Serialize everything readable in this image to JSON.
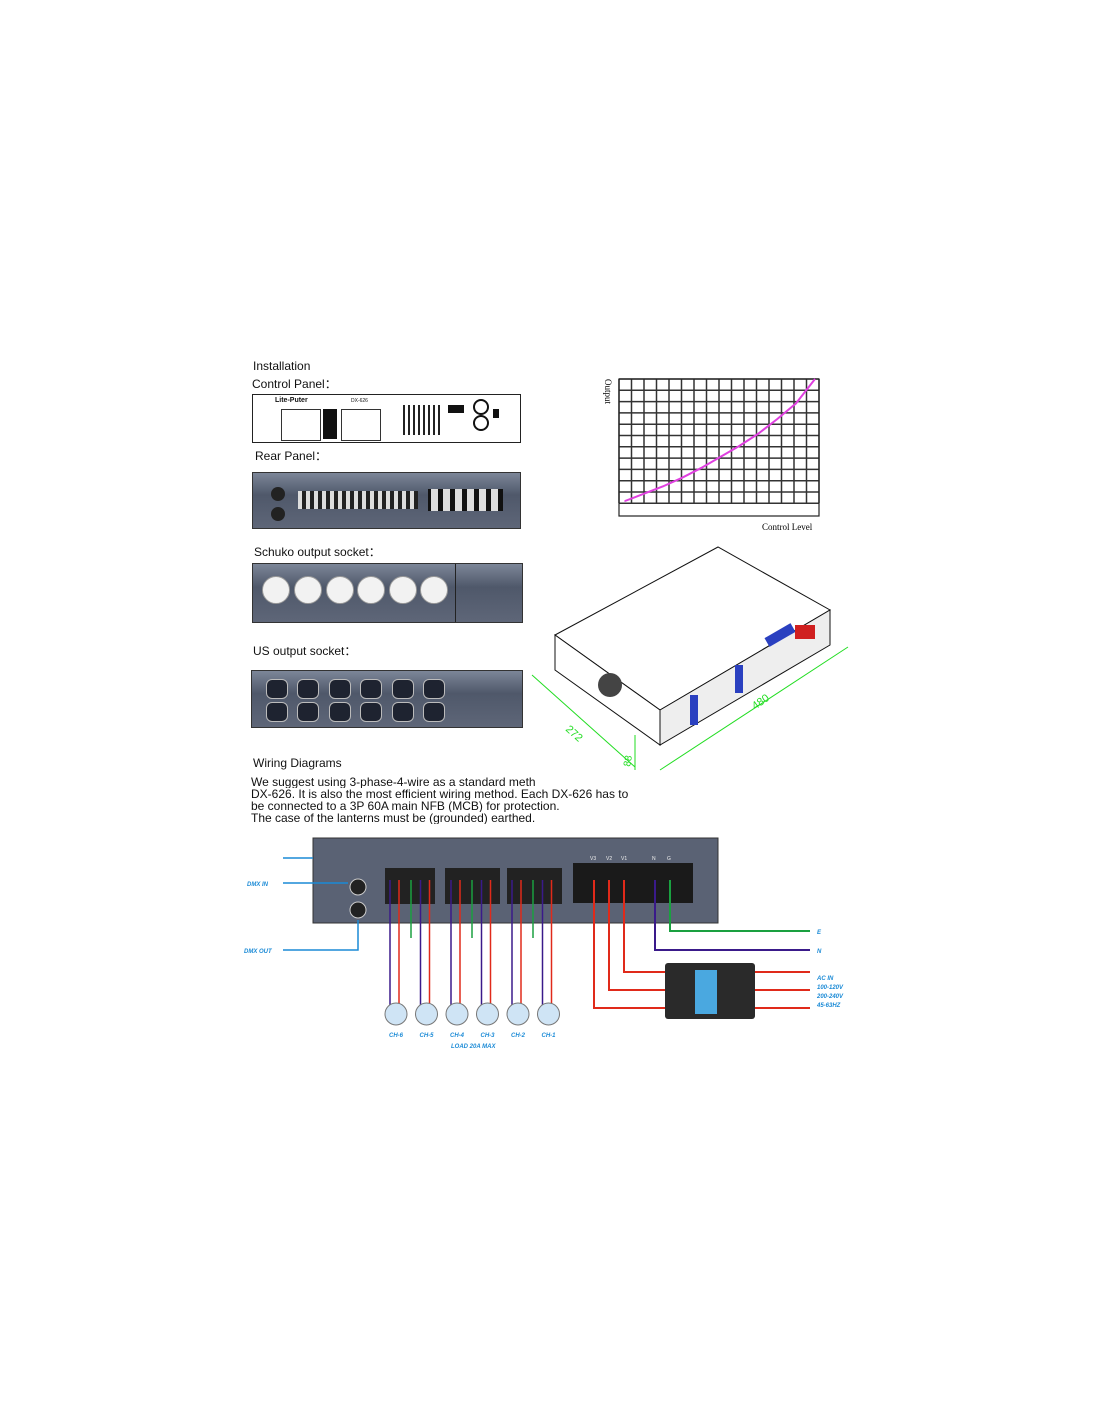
{
  "sections": {
    "installation": "Installation",
    "control_panel": "Control Panel：",
    "rear_panel": "Rear Panel：",
    "schuko": "Schuko output socket：",
    "us": "US output socket：",
    "wiring": "Wiring Diagrams"
  },
  "control_panel_image": {
    "brand": "Lite-Puter",
    "model": "DX-626"
  },
  "paragraph": [
    "We suggest using 3-phase-4-wire as a standard meth",
    "DX-626. It is also the most efficient wiring method. Each DX-626 has to",
    "be connected to a 3P 60A main NFB (MCB) for protection.",
    "The case of the lanterns must be (grounded) earthed."
  ],
  "chart_data": {
    "type": "line",
    "xlabel": "Control Level",
    "ylabel": "Output",
    "grid": true,
    "x": [
      0,
      10,
      20,
      30,
      40,
      50,
      60,
      70,
      80,
      90,
      100
    ],
    "series": [
      {
        "values": [
          0,
          6,
          12,
          19,
          27,
          36,
          45,
          55,
          67,
          80,
          100
        ],
        "color": "#e040e0"
      }
    ]
  },
  "dimensions": {
    "width": "272",
    "depth": "480",
    "height": "88"
  },
  "wiring": {
    "dmx_in": "DMX IN",
    "dmx_out": "DMX OUT",
    "earth": "E",
    "neutral": "N",
    "channels": [
      "CH-6",
      "CH-5",
      "CH-4",
      "CH-3",
      "CH-2",
      "CH-1"
    ],
    "load": "LOAD 20A MAX",
    "ac_in": [
      "AC IN",
      "100-120V",
      "200-240V",
      "45-63HZ"
    ],
    "terminal_labels": [
      "V3",
      "V2",
      "V1",
      "N",
      "G"
    ],
    "colors": {
      "live": "#e02a1a",
      "neutral": "#3a1a8a",
      "earth": "#1aa040",
      "signal": "#1a8ad6"
    }
  }
}
